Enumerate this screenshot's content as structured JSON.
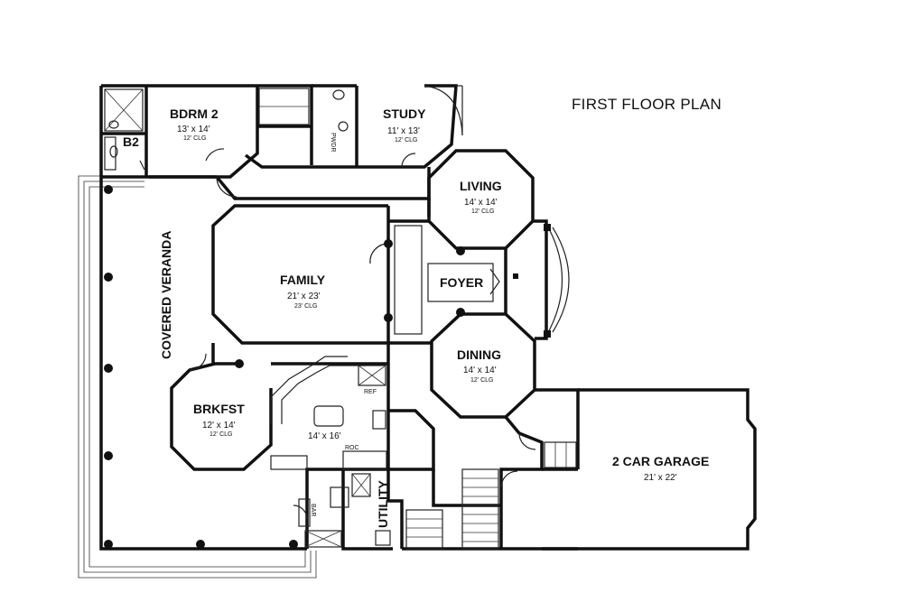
{
  "title": "FIRST FLOOR PLAN",
  "rooms": {
    "bdrm2": {
      "name": "BDRM 2",
      "size": "13' x 14'",
      "clg": "12' CLG"
    },
    "b2": {
      "name": "B2"
    },
    "pwdr": {
      "name": "PWDR"
    },
    "study": {
      "name": "STUDY",
      "size": "11' x 13'",
      "clg": "12' CLG"
    },
    "living": {
      "name": "LIVING",
      "size": "14' x 14'",
      "clg": "12' CLG"
    },
    "family": {
      "name": "FAMILY",
      "size": "21' x 23'",
      "clg": "23' CLG"
    },
    "foyer": {
      "name": "FOYER"
    },
    "veranda": {
      "name": "COVERED VERANDA"
    },
    "dining": {
      "name": "DINING",
      "size": "14' x 14'",
      "clg": "12' CLG"
    },
    "brkfst": {
      "name": "BRKFST",
      "size": "12' x 14'",
      "clg": "12' CLG"
    },
    "kitchen": {
      "size": "14' x 16'"
    },
    "ref": {
      "name": "REF"
    },
    "roc": {
      "name": "ROC"
    },
    "bar": {
      "name": "BAR"
    },
    "utility": {
      "name": "UTILITY"
    },
    "garage": {
      "name": "2 CAR GARAGE",
      "size": "21' x 22'"
    }
  }
}
